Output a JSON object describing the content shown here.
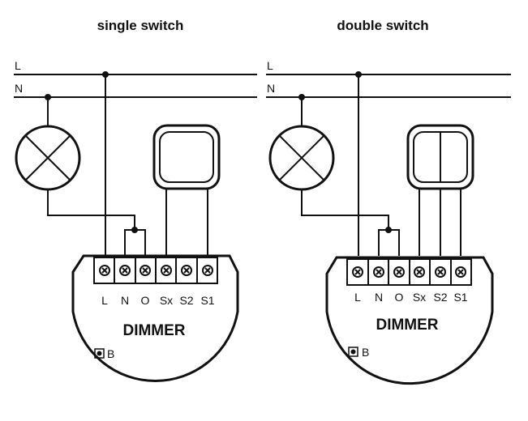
{
  "diagrams": [
    {
      "title": "single switch",
      "bus_labels": [
        "L",
        "N"
      ],
      "switch_type": "single",
      "device": {
        "label": "DIMMER",
        "terminals": [
          "L",
          "N",
          "O",
          "Sx",
          "S2",
          "S1"
        ],
        "button_label": "B"
      }
    },
    {
      "title": "double switch",
      "bus_labels": [
        "L",
        "N"
      ],
      "switch_type": "double",
      "device": {
        "label": "DIMMER",
        "terminals": [
          "L",
          "N",
          "O",
          "Sx",
          "S2",
          "S1"
        ],
        "button_label": "B"
      }
    }
  ],
  "colors": {
    "line": "#111111",
    "background": "#ffffff"
  }
}
